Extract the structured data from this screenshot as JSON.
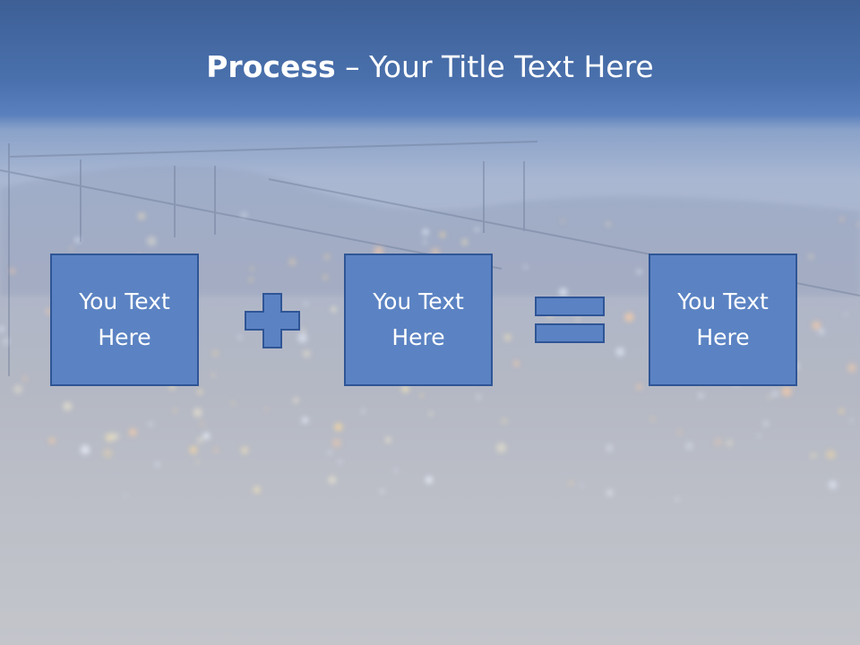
{
  "slide": {
    "title_bold": "Process",
    "title_rest": " – Your Title Text Here",
    "boxes": [
      {
        "label": "You Text Here"
      },
      {
        "label": "You Text Here"
      },
      {
        "label": "You Text Here"
      }
    ],
    "operators": [
      "plus",
      "equals"
    ],
    "colors": {
      "header_blue": "#4a71ad",
      "box_fill": "#5b83c3",
      "box_border": "#2f5596",
      "text": "#ffffff"
    }
  }
}
